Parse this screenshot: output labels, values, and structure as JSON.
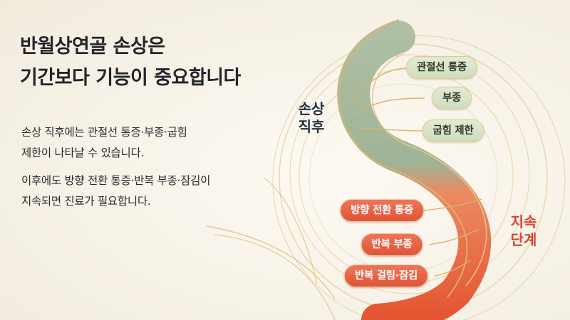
{
  "headline": {
    "line1": "반월상연골 손상은",
    "line2": "기간보다 기능이 중요합니다"
  },
  "body": {
    "paragraph1": {
      "line1": "손상 직후에는 관절선 통증·부종·굽힘",
      "line2": "제한이 나타날 수 있습니다."
    },
    "paragraph2": {
      "line1": "이후에도 방향 전환 통증·반복 부종·잠김이",
      "line2": "지속되면 진료가 필요합니다."
    }
  },
  "stages": {
    "acute": {
      "line1": "손상",
      "line2": "직후"
    },
    "chronic": {
      "line1": "지속",
      "line2": "단계"
    }
  },
  "acute_symptoms": [
    "관절선 통증",
    "부종",
    "굽힘 제한"
  ],
  "chronic_symptoms": [
    "방향 전환 통증",
    "반복 부종",
    "반복 걸림·잠김"
  ],
  "colors": {
    "acute_band": "#9fb396",
    "chronic_band": "#e8573a",
    "gold_line": "#d9b56a",
    "headline_text": "#22252b",
    "chronic_label": "#d8452e"
  }
}
